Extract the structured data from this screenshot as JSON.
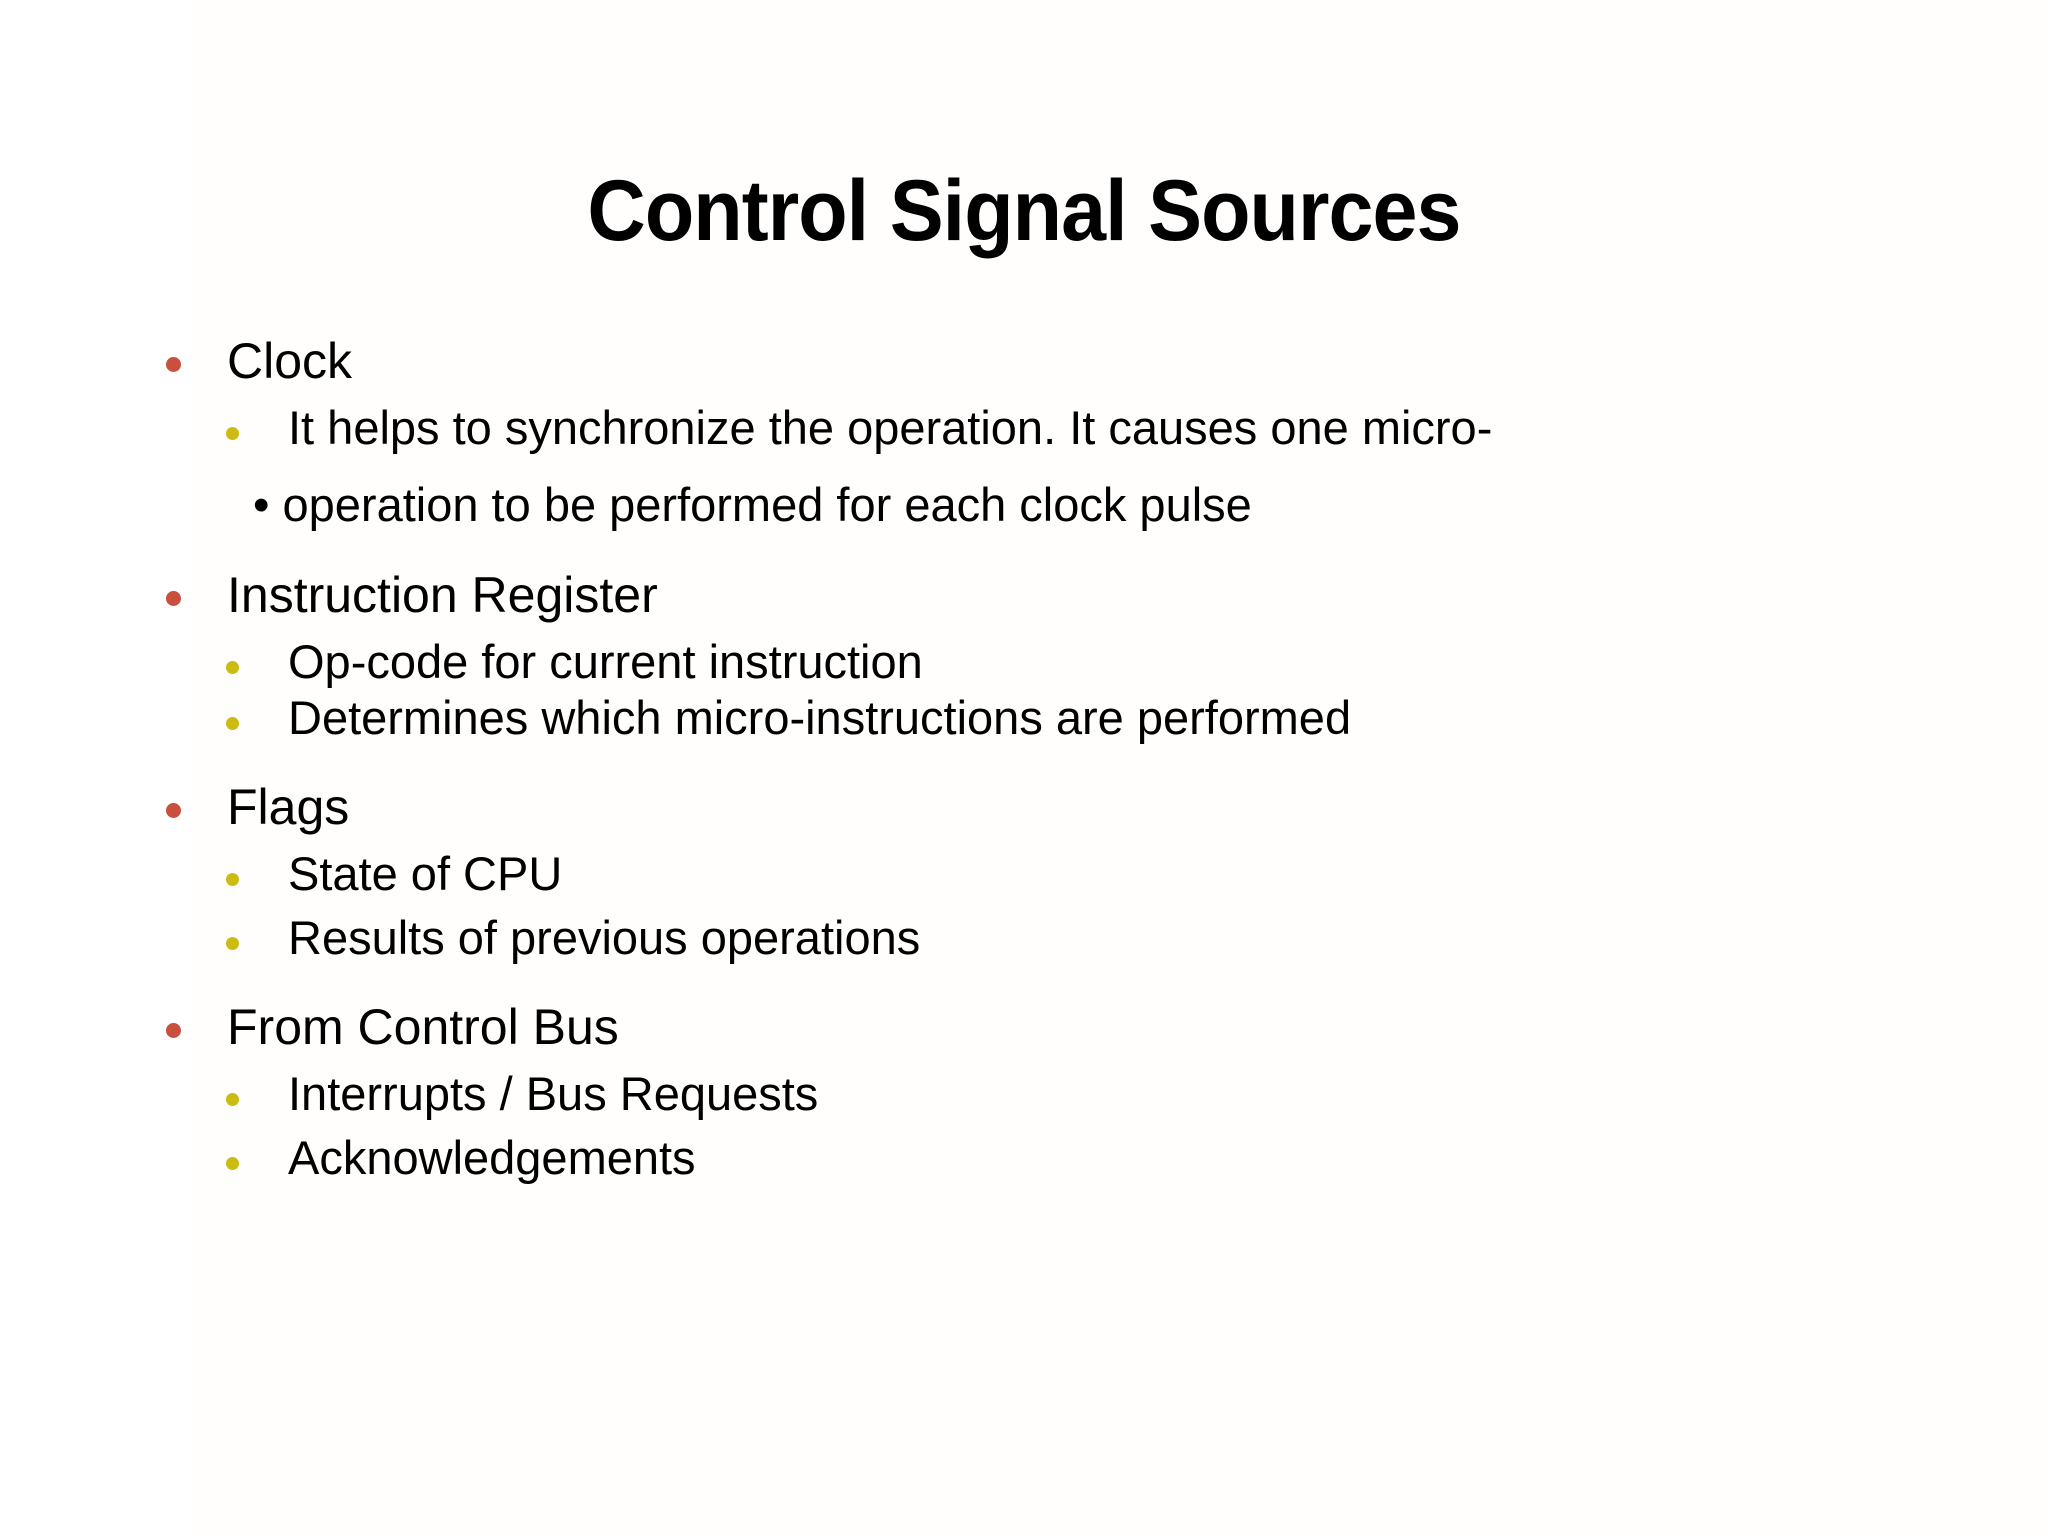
{
  "slide": {
    "title": "Control Signal Sources",
    "background_color": "#ffffff",
    "text_color": "#000000",
    "bullet_level1_color": "#c9503c",
    "bullet_level2_color": "#ccbb12",
    "bullet_inline_color": "#000000"
  },
  "content": {
    "groups": [
      {
        "heading": "Clock",
        "items": [
          "It helps to synchronize the operation. It causes one micro-",
          "• operation to be performed for each clock pulse"
        ]
      },
      {
        "heading": "Instruction Register",
        "items": [
          "Op-code for current instruction",
          "Determines which micro-instructions are performed"
        ]
      },
      {
        "heading": "Flags",
        "items": [
          "State of CPU",
          "Results of previous operations"
        ]
      },
      {
        "heading": "From Control Bus",
        "items": [
          "Interrupts / Bus Requests",
          "Acknowledgements"
        ]
      }
    ]
  },
  "lines": {
    "clock": "Clock",
    "clock_sub1": "It helps to synchronize the operation. It causes one micro-",
    "clock_sub2": "• operation to be performed for each clock pulse",
    "ir": "Instruction Register",
    "ir_sub1": "Op-code for current instruction",
    "ir_sub2": "Determines which micro-instructions are performed",
    "flags": "Flags",
    "flags_sub1": "State of CPU",
    "flags_sub2": "Results of previous operations",
    "bus": "From Control Bus",
    "bus_sub1": "Interrupts / Bus Requests",
    "bus_sub2": "Acknowledgements"
  }
}
